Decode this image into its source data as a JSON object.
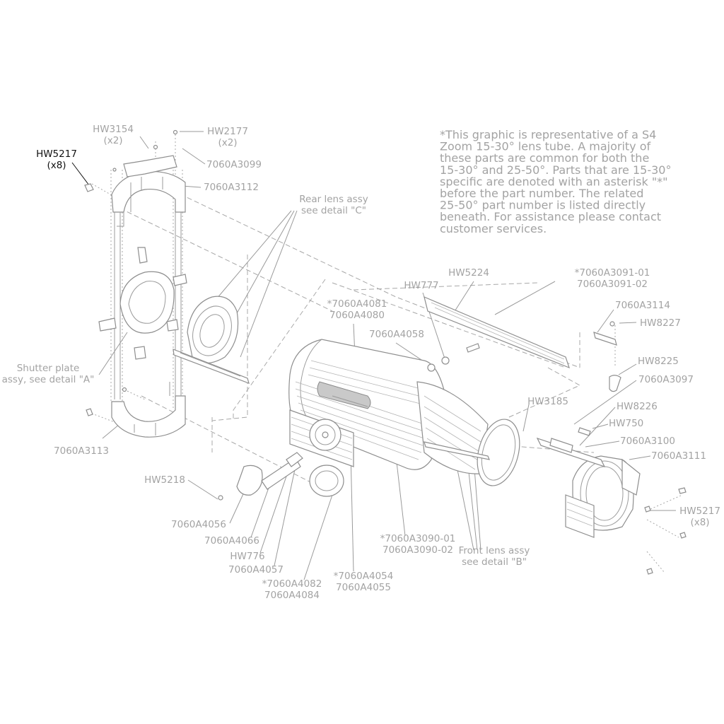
{
  "note": {
    "lines": [
      "*This graphic is representative of a S4",
      "Zoom 15-30° lens tube. A majority of",
      "these parts are common for both the",
      "15-30° and 25-50°. Parts that are 15-30°",
      "specific are denoted with an asterisk \"*\"",
      "before the part number. The related",
      "25-50° part number is listed directly",
      "beneath.  For assistance please contact",
      "customer services."
    ]
  },
  "callouts": [
    {
      "id": "hw5217-left",
      "highlight": true,
      "lines": [
        "HW5217",
        "(x8)"
      ]
    },
    {
      "id": "hw3154",
      "lines": [
        "HW3154",
        "(x2)"
      ]
    },
    {
      "id": "hw2177",
      "lines": [
        "HW2177",
        "(x2)"
      ]
    },
    {
      "id": "7060a3099",
      "lines": [
        "7060A3099"
      ]
    },
    {
      "id": "7060a3112",
      "lines": [
        "7060A3112"
      ]
    },
    {
      "id": "rear-lens",
      "lines": [
        "Rear lens assy",
        "see detail \"C\""
      ]
    },
    {
      "id": "shutter-plate",
      "lines": [
        "Shutter plate",
        "assy, see detail \"A\""
      ]
    },
    {
      "id": "7060a3113",
      "lines": [
        "7060A3113"
      ]
    },
    {
      "id": "hw5224",
      "lines": [
        "HW5224"
      ]
    },
    {
      "id": "7060a3091",
      "lines": [
        "*7060A3091-01",
        "7060A3091-02"
      ]
    },
    {
      "id": "hw777",
      "lines": [
        "HW777"
      ]
    },
    {
      "id": "7060a4081",
      "lines": [
        "*7060A4081",
        "7060A4080"
      ]
    },
    {
      "id": "7060a4058",
      "lines": [
        "7060A4058"
      ]
    },
    {
      "id": "7060a3114",
      "lines": [
        "7060A3114"
      ]
    },
    {
      "id": "hw8227",
      "lines": [
        "HW8227"
      ]
    },
    {
      "id": "hw8225",
      "lines": [
        "HW8225"
      ]
    },
    {
      "id": "7060a3097",
      "lines": [
        "7060A3097"
      ]
    },
    {
      "id": "hw3185",
      "lines": [
        "HW3185"
      ]
    },
    {
      "id": "hw8226",
      "lines": [
        "HW8226"
      ]
    },
    {
      "id": "hw750",
      "lines": [
        "HW750"
      ]
    },
    {
      "id": "7060a3100",
      "lines": [
        "7060A3100"
      ]
    },
    {
      "id": "7060a3111",
      "lines": [
        "7060A3111"
      ]
    },
    {
      "id": "hw5217-right",
      "lines": [
        "HW5217",
        "(x8)"
      ]
    },
    {
      "id": "hw5218",
      "lines": [
        "HW5218"
      ]
    },
    {
      "id": "7060a4056",
      "lines": [
        "7060A4056"
      ]
    },
    {
      "id": "7060a4066",
      "lines": [
        "7060A4066"
      ]
    },
    {
      "id": "hw776",
      "lines": [
        "HW776"
      ]
    },
    {
      "id": "7060a4057",
      "lines": [
        "7060A4057"
      ]
    },
    {
      "id": "7060a4082",
      "lines": [
        "*7060A4082",
        "7060A4084"
      ]
    },
    {
      "id": "7060a4054",
      "lines": [
        "*7060A4054",
        "7060A4055"
      ]
    },
    {
      "id": "7060a3090",
      "lines": [
        "*7060A3090-01",
        "7060A3090-02"
      ]
    },
    {
      "id": "front-lens",
      "lines": [
        "Front lens assy",
        "see detail \"B\""
      ]
    }
  ]
}
